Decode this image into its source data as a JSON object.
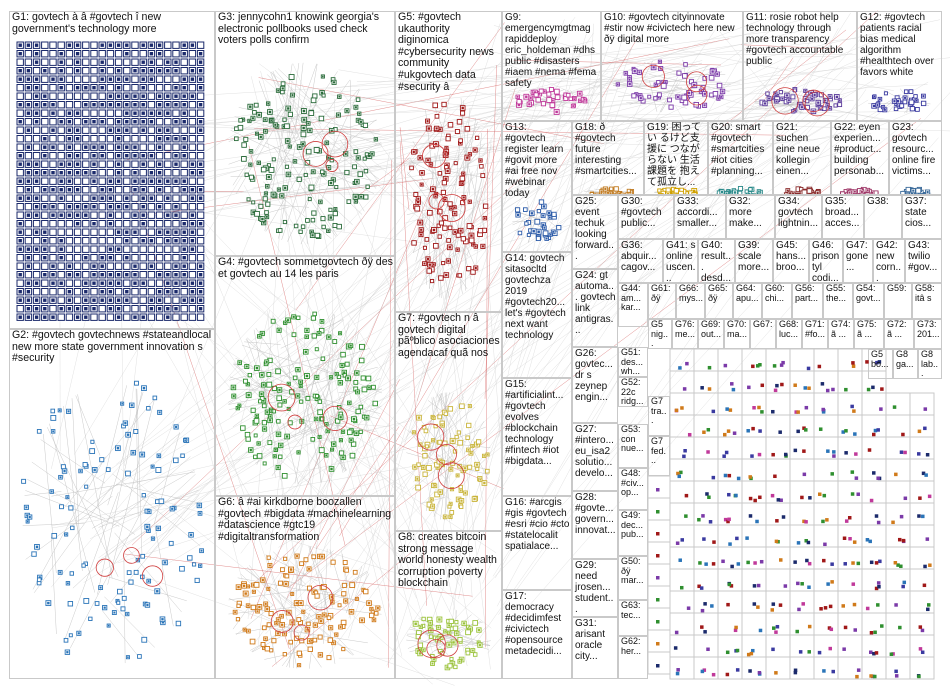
{
  "diagram": {
    "groups": [
      {
        "id": "G1",
        "label": "G1: govtech à â #govtech î new government's technology more",
        "color": "#1b2a6b"
      },
      {
        "id": "G2",
        "label": "G2: #govtech govtechnews #stateandlocal new more state government innovation s #security",
        "color": "#2a74b8"
      },
      {
        "id": "G3",
        "label": "G3: jennycohn1 knowink georgia's electronic pollbooks used check voters polls confirm",
        "color": "#2a6b3a"
      },
      {
        "id": "G4",
        "label": "G4: #govtech sommetgovtech ðÿ des et govtech au 14 les paris",
        "color": "#2f8f2f"
      },
      {
        "id": "G5",
        "label": "G5: #govtech ukauthority diginomica #cybersecurity news community #ukgovtech data #security â",
        "color": "#a01818"
      },
      {
        "id": "G6",
        "label": "G6: â #ai kirkdborne boozallen #govtech #bigdata #machinelearning #datascience #gtc19 #digitaltransformation",
        "color": "#d07a1a"
      },
      {
        "id": "G7",
        "label": "G7: #govtech n â govtech digital pãºblico asociaciones agendacaf quã nos",
        "color": "#c9b43a"
      },
      {
        "id": "G8",
        "label": "G8: creates bitcoin strong message world honesty wealth corruption poverty blockchain",
        "color": "#9ac23a"
      },
      {
        "id": "G9",
        "label": "G9: emergencymgtmag rapiddeploy eric_holdeman #dhs public #disasters #iaem #nema #fema safety",
        "color": "#c0399a"
      },
      {
        "id": "G10",
        "label": "G10: #govtech cityinnovate #stir now #civictech here new ðÿ digital more",
        "color": "#7b3aa8"
      },
      {
        "id": "G11",
        "label": "G11: rosie robot help technology through more transparency #govtech accountable public",
        "color": "#5a3a9a"
      },
      {
        "id": "G12",
        "label": "G12: #govtech patients racial bias medical algorithm #healthtech over favors white",
        "color": "#3a3aa0"
      },
      {
        "id": "G13",
        "label": "G13: #govtech register learn #govit more #ai free nov #webinar today",
        "color": "#2a5aa8"
      },
      {
        "id": "G14",
        "label": "G14: govtech sitasocltd govtechza 2019 #govtech20... let's #govtech next want technology",
        "color": "#5a8ac0"
      },
      {
        "id": "G15",
        "label": "G15: #artificialint... #govtech evolves #blockchain technology #fintech #iot #bigdata...",
        "color": "#6a6a6a"
      },
      {
        "id": "G16",
        "label": "G16: #arcgis #gis #govtech #esri #cio #cto #statelocalit spatialace...",
        "color": "#4a7a4a"
      },
      {
        "id": "G17",
        "label": "G17: democracy #decidimfest #civictech #opensource metadecidi...",
        "color": "#8a5a2a"
      },
      {
        "id": "G18",
        "label": "G18: ð #govtech future interesting #smartcities...",
        "color": "#c07a20"
      },
      {
        "id": "G19",
        "label": "G19: 困ってい るけど支援に つながらない 生活課題を 抱えて孤立し...",
        "color": "#d0a000"
      },
      {
        "id": "G20",
        "label": "G20: smart #govtech #smartcities #iot cities #planning...",
        "color": "#2a8a8a"
      },
      {
        "id": "G21",
        "label": "G21: suchen eine neue kollegin einen...",
        "color": "#8a2a2a"
      },
      {
        "id": "G22",
        "label": "G22: eyen experien... #product... building personab...",
        "color": "#a03a6a"
      },
      {
        "id": "G23",
        "label": "G23: govtech resourc... online fire victims...",
        "color": "#3a6a9a"
      },
      {
        "id": "G24",
        "label": "G24: gt automa... govtech link antigras...",
        "color": "#6a3a2a"
      },
      {
        "id": "G25",
        "label": "G25: event techuk looking forward...",
        "color": "#2a3a8a"
      },
      {
        "id": "G26",
        "label": "G26: govtec... dr s zeynep engin...",
        "color": "#3a8a5a"
      },
      {
        "id": "G27",
        "label": "G27: #intero... eu_isa2 solutio... develo...",
        "color": "#8a8a2a"
      },
      {
        "id": "G28",
        "label": "G28: #govte... govern... innovat...",
        "color": "#5a2a8a"
      },
      {
        "id": "G29",
        "label": "G29: need jrosen... student...",
        "color": "#2a5a5a"
      },
      {
        "id": "G30",
        "label": "G30: #govtech public...",
        "color": "#1a4a8a"
      },
      {
        "id": "G31",
        "label": "G31: arisant oracle city...",
        "color": "#7a3a1a"
      },
      {
        "id": "G32",
        "label": "G32: more make...",
        "color": "#1a6a3a"
      },
      {
        "id": "G33",
        "label": "G33: accordi... smaller...",
        "color": "#8a1a4a"
      },
      {
        "id": "G34",
        "label": "G34: govtech lightnin...",
        "color": "#2a2a8a"
      },
      {
        "id": "G35",
        "label": "G35: broad... acces...",
        "color": "#4a8a8a"
      },
      {
        "id": "G36",
        "label": "G36: abquir... cagov...",
        "color": "#6a6a1a"
      },
      {
        "id": "G37",
        "label": "G37: state cios...",
        "color": "#3a3a6a"
      },
      {
        "id": "G38",
        "label": "G38:",
        "color": "#1a5a9a"
      },
      {
        "id": "G39",
        "label": "G39: scale more...",
        "color": "#5a5a5a"
      },
      {
        "id": "G40",
        "label": "G40: result... desd...",
        "color": "#6a2a6a"
      },
      {
        "id": "G41",
        "label": "G41: s online uscen...",
        "color": "#2a6a8a"
      },
      {
        "id": "G42",
        "label": "G42: new corn...",
        "color": "#8a4a1a"
      },
      {
        "id": "G43",
        "label": "G43: twilio #gov...",
        "color": "#1a1a6a"
      },
      {
        "id": "G44",
        "label": "G44: am... kar...",
        "color": "#4a1a6a"
      },
      {
        "id": "G45",
        "label": "G45: hans... broo...",
        "color": "#6a4a2a"
      },
      {
        "id": "G46",
        "label": "G46: prisontyl codi...",
        "color": "#2a4a2a"
      },
      {
        "id": "G47",
        "label": "G47: gone...",
        "color": "#7a1a1a"
      },
      {
        "id": "G48",
        "label": "G48: #civ... op...",
        "color": "#1a3a5a"
      },
      {
        "id": "G49",
        "label": "G49: dec... pub...",
        "color": "#5a3a3a"
      },
      {
        "id": "G50",
        "label": "G50: ðÿ mar...",
        "color": "#3a5a1a"
      },
      {
        "id": "G51",
        "label": "G51: des... wh...",
        "color": "#6a1a3a"
      },
      {
        "id": "G52",
        "label": "G52: 22c ridg...",
        "color": "#1a4a4a"
      },
      {
        "id": "G53",
        "label": "G53: con nue...",
        "color": "#4a4a8a"
      },
      {
        "id": "G54",
        "label": "G54: govt...",
        "color": "#8a3a3a"
      },
      {
        "id": "G55",
        "label": "G55: the...",
        "color": "#3a7a3a"
      },
      {
        "id": "G56",
        "label": "G56: part...",
        "color": "#7a5a1a"
      },
      {
        "id": "G57",
        "label": "G57:",
        "color": "#2a2a5a"
      },
      {
        "id": "G58",
        "label": "G58: itâ s",
        "color": "#5a7a7a"
      },
      {
        "id": "G59",
        "label": "G59:",
        "color": "#1a7a5a"
      },
      {
        "id": "G60",
        "label": "G60: chi...",
        "color": "#7a2a5a"
      },
      {
        "id": "G61",
        "label": "G61: ðÿ",
        "color": "#3a3a3a"
      },
      {
        "id": "G62",
        "label": "G62: her...",
        "color": "#5a1a1a"
      },
      {
        "id": "G63",
        "label": "G63: tec...",
        "color": "#1a5a3a"
      },
      {
        "id": "G64",
        "label": "G64: apu...",
        "color": "#4a2a5a"
      },
      {
        "id": "G65",
        "label": "G65: ðÿ",
        "color": "#6a5a3a"
      },
      {
        "id": "G66",
        "label": "G66: mys...",
        "color": "#2a6a6a"
      },
      {
        "id": "G67",
        "label": "G67:",
        "color": "#8a2a6a"
      },
      {
        "id": "G68",
        "label": "G68: luc...",
        "color": "#1a2a4a"
      },
      {
        "id": "G69",
        "label": "G69: out...",
        "color": "#5a5a2a"
      },
      {
        "id": "G70",
        "label": "G70: ma...",
        "color": "#3a1a5a"
      },
      {
        "id": "G71",
        "label": "G71: #fo...",
        "color": "#6a3a5a"
      },
      {
        "id": "G72",
        "label": "G72: ã ...",
        "color": "#2a5a2a"
      },
      {
        "id": "G73",
        "label": "G73: 201...",
        "color": "#7a4a4a"
      },
      {
        "id": "G74",
        "label": "G74: ã ...",
        "color": "#1a3a7a"
      },
      {
        "id": "G75",
        "label": "G75: ã ...",
        "color": "#4a6a2a"
      },
      {
        "id": "G76",
        "label": "G76: me...",
        "color": "#6a2a2a"
      },
      {
        "id": "G77",
        "label": "G7 tra...",
        "color": "#2a3a3a"
      },
      {
        "id": "G78",
        "label": "G7 fed...",
        "color": "#5a4a6a"
      },
      {
        "id": "G79",
        "label": "G5 nig...",
        "color": "#3a6a4a"
      },
      {
        "id": "G80",
        "label": "G8 lab...",
        "color": "#7a1a4a"
      },
      {
        "id": "G81",
        "label": "G8 ga...",
        "color": "#1a6a6a"
      },
      {
        "id": "G82",
        "label": "G5 bo...",
        "color": "#4a3a1a"
      }
    ]
  }
}
